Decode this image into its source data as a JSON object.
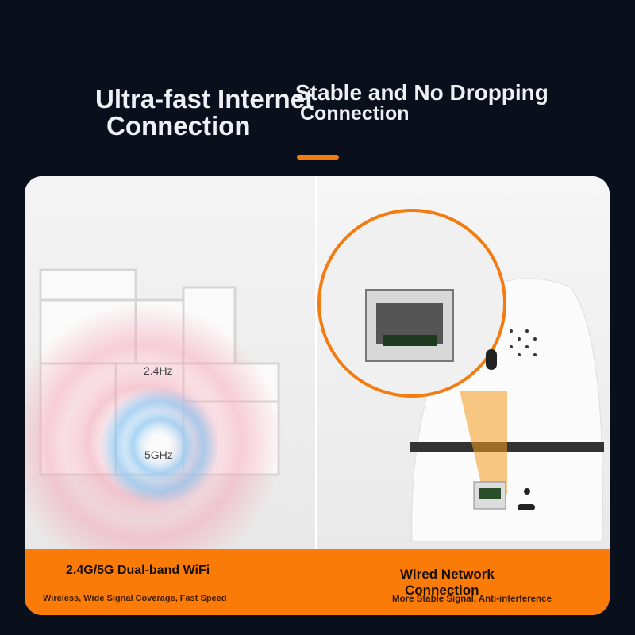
{
  "headline": {
    "left_line1": "Ultra-fast Internet",
    "left_line2": "Connection",
    "right_line1": "Stable and No Dropping",
    "right_line2": "Connection"
  },
  "left_panel": {
    "band_24": "2.4Hz",
    "band_5": "5GHz",
    "title": "2.4G/5G Dual-band WiFi",
    "subtitle": "Wireless, Wide Signal Coverage, Fast Speed"
  },
  "right_panel": {
    "title_line1": "Wired Network",
    "title_line2": "Connection",
    "subtitle": "More Stable Signal, Anti-interference"
  },
  "colors": {
    "background": "#0a0f1c",
    "accent": "#f47b10",
    "band": "#fb7b08"
  }
}
